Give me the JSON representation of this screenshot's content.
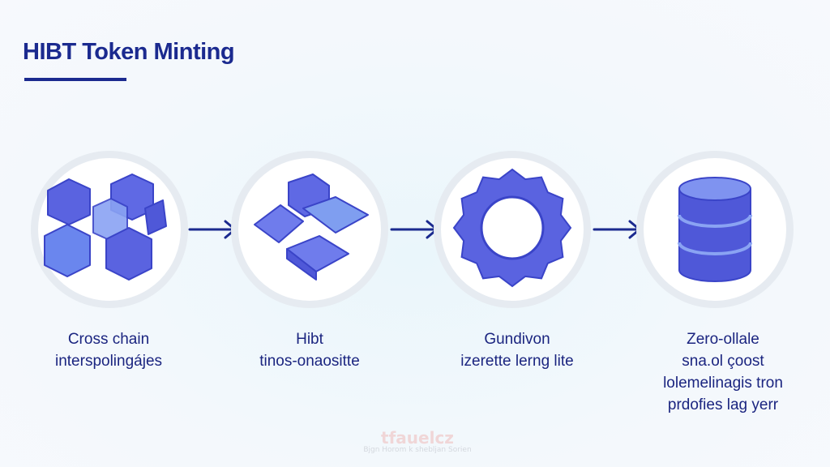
{
  "title": "HIBT Token Minting",
  "colors": {
    "accent": "#1b2a8f",
    "icon": "#5a63e0",
    "icon_light": "#7f93f0"
  },
  "steps": [
    {
      "icon": "cubes-cluster-icon",
      "lines": [
        "Cross chain",
        "interspolingájes"
      ]
    },
    {
      "icon": "stacked-blocks-icon",
      "lines": [
        "Hibt",
        "tinos-onaositte"
      ]
    },
    {
      "icon": "gear-ring-icon",
      "lines": [
        "Gundivon",
        "izerette lerng lite"
      ]
    },
    {
      "icon": "database-icon",
      "lines": [
        "Zero-ollale",
        "sna.ol çoost",
        "lolemelinagis tron",
        "prdofies lag yerr"
      ]
    }
  ],
  "arrow_icon": "arrow-right-icon",
  "watermark": {
    "logo": "tfauelcz",
    "subtext": "Bjgn Horom k shebljan Sorien"
  }
}
